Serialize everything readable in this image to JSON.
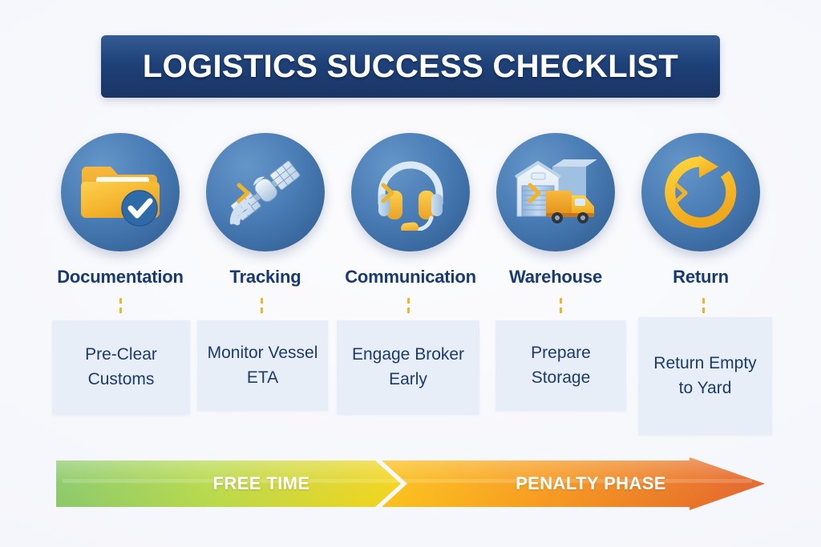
{
  "header": {
    "title": "LOGISTICS SUCCESS CHECKLIST",
    "banner_color": "#1b3c6e",
    "title_color": "#ffffff"
  },
  "theme": {
    "background": "#f8f9fc",
    "circle_blue": "#4a7bb5",
    "label_navy": "#173a73",
    "accent_yellow": "#f0b429",
    "box_background": "#e8eef8",
    "box_text": "#1c3a6e"
  },
  "steps": [
    {
      "label": "Documentation",
      "icon": "folder-check-icon",
      "task": "Pre-Clear Customs",
      "task_lines": [
        "Pre-Clear",
        "Customs"
      ]
    },
    {
      "label": "Tracking",
      "icon": "satellite-icon",
      "task": "Monitor Vessel ETA",
      "task_lines": [
        "Monitor",
        "Vessel ETA"
      ]
    },
    {
      "label": "Communication",
      "icon": "headset-icon",
      "task": "Engage Broker Early",
      "task_lines": [
        "Engage",
        "Broker Early"
      ]
    },
    {
      "label": "Warehouse",
      "icon": "warehouse-truck-icon",
      "task": "Prepare Storage",
      "task_lines": [
        "Prepare",
        "Storage"
      ]
    },
    {
      "label": "Return",
      "icon": "circular-arrow-icon",
      "task": "Return Empty to Yard",
      "task_lines": [
        "Return",
        "Empty to",
        "Yard"
      ]
    }
  ],
  "separators": {
    "icon": "chevron-right-icon",
    "color": "#f0b429",
    "count": 4
  },
  "timeline": {
    "phases": [
      {
        "label": "FREE TIME",
        "start_color": "#8bc96a",
        "end_color": "#f5d41a"
      },
      {
        "label": "PENALTY PHASE",
        "start_color": "#fbc21b",
        "end_color": "#e2622a"
      }
    ],
    "arrow_head_color": "#e2622a",
    "text_color": "#ffffff"
  }
}
